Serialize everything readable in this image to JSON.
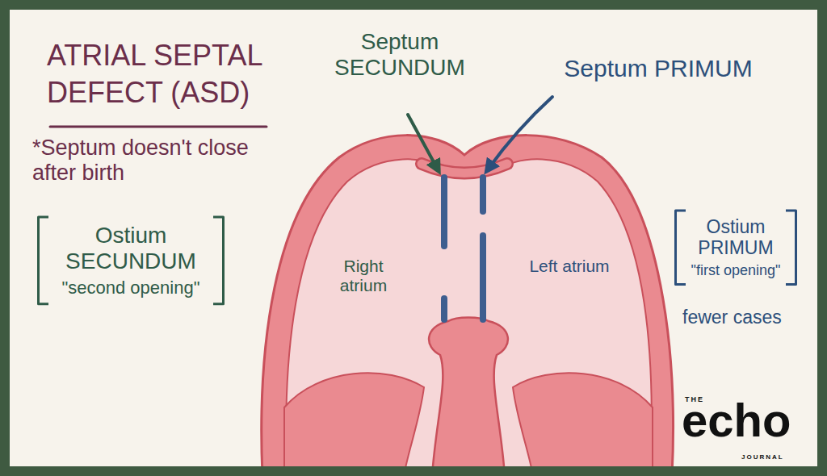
{
  "diagram": {
    "title": "ATRIAL SEPTAL DEFECT (ASD)",
    "nodes": [
      {
        "text": [
          "Ostium SECUNDUM",
          "\"second opening\""
        ]
      },
      {
        "text": [
          "Ostium PRIMUM",
          "\"first opening\""
        ]
      }
    ],
    "labels": [
      "*Septum doesn't close after birth",
      "Septum SECUNDUM",
      "Septum PRIMUM",
      "Right atrium",
      "Left atrium",
      "fewer cases",
      "THE",
      "echo",
      "JOURNAL"
    ]
  }
}
